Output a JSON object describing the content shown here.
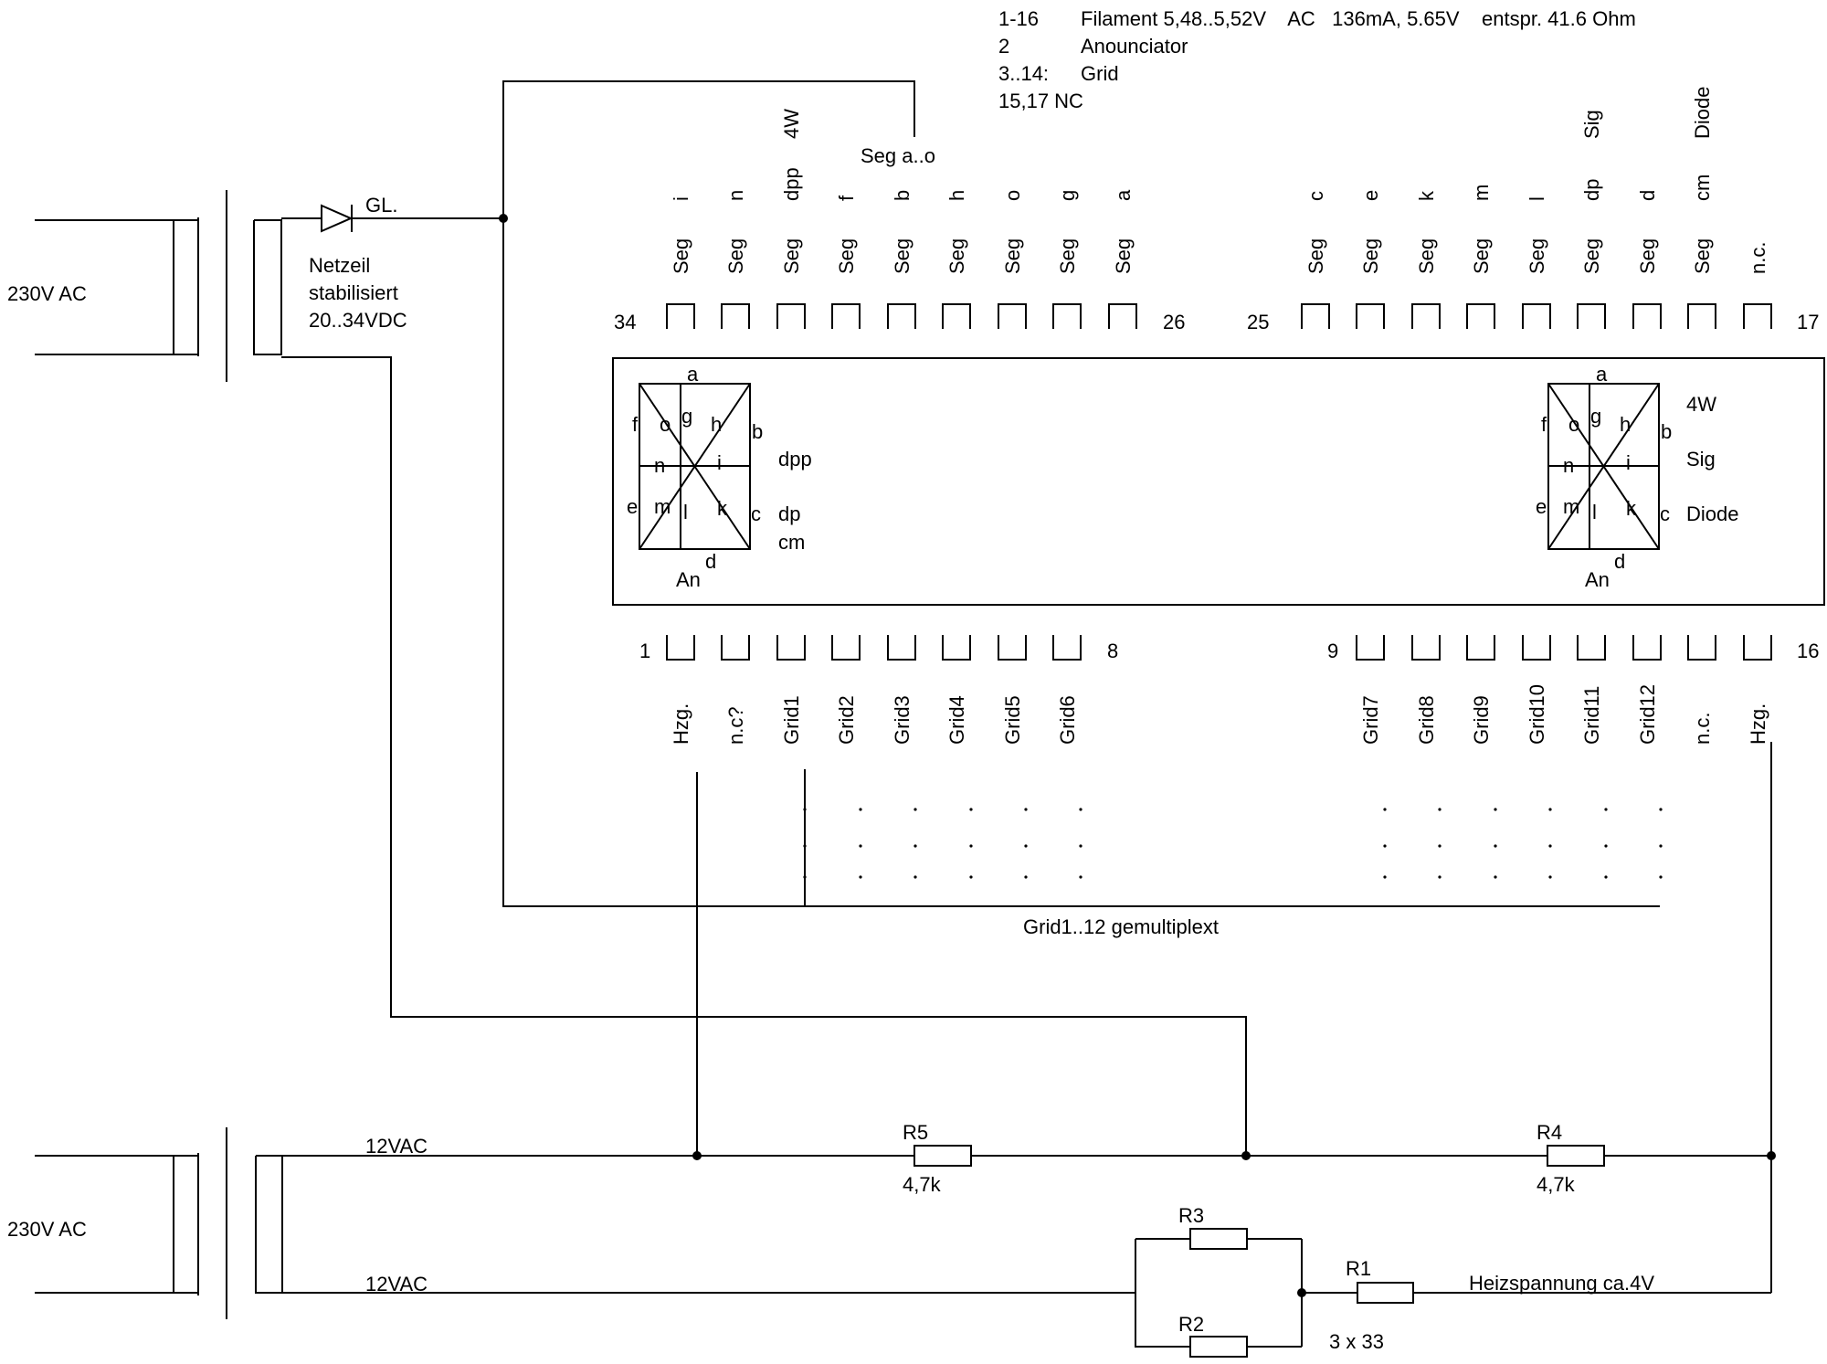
{
  "info_lines": [
    {
      "a": "1-16",
      "b": "Filament 5,48..5,52V    AC   136mA, 5.65V    entspr. 41.6 Ohm"
    },
    {
      "a": "2",
      "b": "Anounciator"
    },
    {
      "a": "3..14:",
      "b": "Grid"
    },
    {
      "a": "15,17 NC",
      "b": ""
    }
  ],
  "power": {
    "mains_top": "230V AC",
    "mains_bottom": "230V AC",
    "rectifier": "GL.",
    "psu_line1": "Netzeil",
    "psu_line2": "stabilisiert",
    "psu_line3": "20..34VDC",
    "vac_top": "12VAC",
    "vac_bottom": "12VAC"
  },
  "seg_bus": "Seg a..o",
  "top_pin_numbers": [
    "34",
    "26",
    "25",
    "17"
  ],
  "top_pins_left": [
    {
      "func": "Seg",
      "seg": "i",
      "extra": ""
    },
    {
      "func": "Seg",
      "seg": "n",
      "extra": ""
    },
    {
      "func": "Seg",
      "seg": "dpp",
      "extra": "4W"
    },
    {
      "func": "Seg",
      "seg": "f",
      "extra": ""
    },
    {
      "func": "Seg",
      "seg": "b",
      "extra": ""
    },
    {
      "func": "Seg",
      "seg": "h",
      "extra": ""
    },
    {
      "func": "Seg",
      "seg": "o",
      "extra": ""
    },
    {
      "func": "Seg",
      "seg": "g",
      "extra": ""
    },
    {
      "func": "Seg",
      "seg": "a",
      "extra": ""
    }
  ],
  "top_pins_right": [
    {
      "func": "Seg",
      "seg": "c",
      "extra": ""
    },
    {
      "func": "Seg",
      "seg": "e",
      "extra": ""
    },
    {
      "func": "Seg",
      "seg": "k",
      "extra": ""
    },
    {
      "func": "Seg",
      "seg": "m",
      "extra": ""
    },
    {
      "func": "Seg",
      "seg": "l",
      "extra": ""
    },
    {
      "func": "Seg",
      "seg": "dp",
      "extra": "Sig"
    },
    {
      "func": "Seg",
      "seg": "d",
      "extra": ""
    },
    {
      "func": "Seg",
      "seg": "cm",
      "extra": "Diode"
    },
    {
      "func": "n.c.",
      "seg": "",
      "extra": ""
    }
  ],
  "bottom_pin_numbers": [
    "1",
    "8",
    "9",
    "16"
  ],
  "bottom_pins_left": [
    "Hzg.",
    "n.c?",
    "Grid1",
    "Grid2",
    "Grid3",
    "Grid4",
    "Grid5",
    "Grid6"
  ],
  "bottom_pins_right": [
    "Grid7",
    "Grid8",
    "Grid9",
    "Grid10",
    "Grid11",
    "Grid12",
    "n.c.",
    "Hzg."
  ],
  "digit_segments": {
    "a": "a",
    "b": "b",
    "c": "c",
    "d": "d",
    "e": "e",
    "f": "f",
    "g": "g",
    "h": "h",
    "i": "i",
    "k": "k",
    "l": "l",
    "m": "m",
    "n": "n",
    "o": "o",
    "an": "An"
  },
  "display_left_labels": [
    "dpp",
    "dp",
    "cm"
  ],
  "display_right_labels": [
    "4W",
    "Sig",
    "Diode"
  ],
  "grid_bus": "Grid1..12 gemultiplext",
  "resistors": {
    "r5": {
      "name": "R5",
      "value": "4,7k"
    },
    "r4": {
      "name": "R4",
      "value": "4,7k"
    },
    "r3": {
      "name": "R3"
    },
    "r2": {
      "name": "R2"
    },
    "r1": {
      "name": "R1"
    },
    "group_note": "3 x 33",
    "heater_note": "Heizspannung ca.4V"
  }
}
